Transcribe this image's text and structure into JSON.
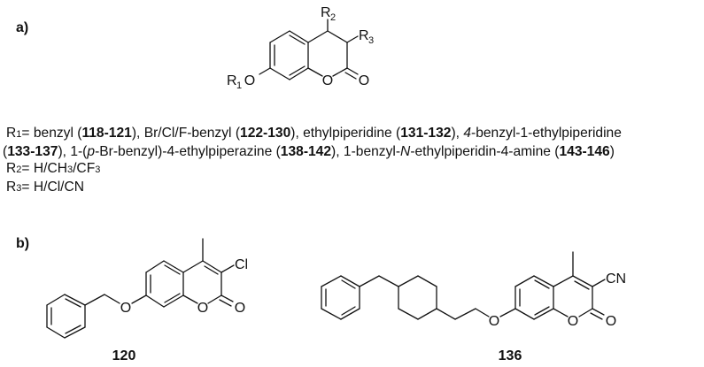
{
  "panels": {
    "a": {
      "label": "a)"
    },
    "b": {
      "label": "b)"
    }
  },
  "scaffold": {
    "atoms": {
      "R1": "R",
      "R1_sub": "1",
      "O7": "O",
      "R2": "R",
      "R2_sub": "2",
      "R3": "R",
      "R3_sub": "3",
      "O1": "O",
      "O_carbonyl": "O"
    }
  },
  "legend": {
    "R1": {
      "prefix": "R",
      "sub": "1",
      "eq": "= ",
      "items": [
        {
          "name": "benzyl",
          "range": "118-121"
        },
        {
          "name": "Br/Cl/F-benzyl",
          "range": "122-130"
        },
        {
          "name": "ethylpiperidine",
          "range": "131-132"
        },
        {
          "name_italic": "4",
          "name": "-benzyl-1-ethylpiperidine",
          "range": "133-137"
        },
        {
          "name_pre": "1-(",
          "name_italic": "p",
          "name": "-Br-benzyl)-4-ethylpiperazine",
          "range": "138-142"
        },
        {
          "name_pre": "1-benzyl-",
          "name_italic": "N",
          "name": "-ethylpiperidin-4-amine",
          "range": "143-146"
        }
      ]
    },
    "R2": {
      "prefix": "R",
      "sub": "2",
      "eq": "= ",
      "text_a": "H/CH",
      "sub_a": "3",
      "text_b": "/CF",
      "sub_b": "3"
    },
    "R3": {
      "prefix": "R",
      "sub": "3",
      "eq": "= ",
      "text": "H/Cl/CN"
    }
  },
  "compounds": [
    {
      "id": "120",
      "substituents": {
        "Cl": "Cl",
        "O_ether": "O",
        "O1": "O",
        "O_carbonyl": "O"
      }
    },
    {
      "id": "136",
      "substituents": {
        "CN": "CN",
        "O_ether": "O",
        "O1": "O",
        "O_carbonyl": "O"
      }
    }
  ],
  "punct": {
    "open": " (",
    "close": ")",
    "sep": ", "
  }
}
